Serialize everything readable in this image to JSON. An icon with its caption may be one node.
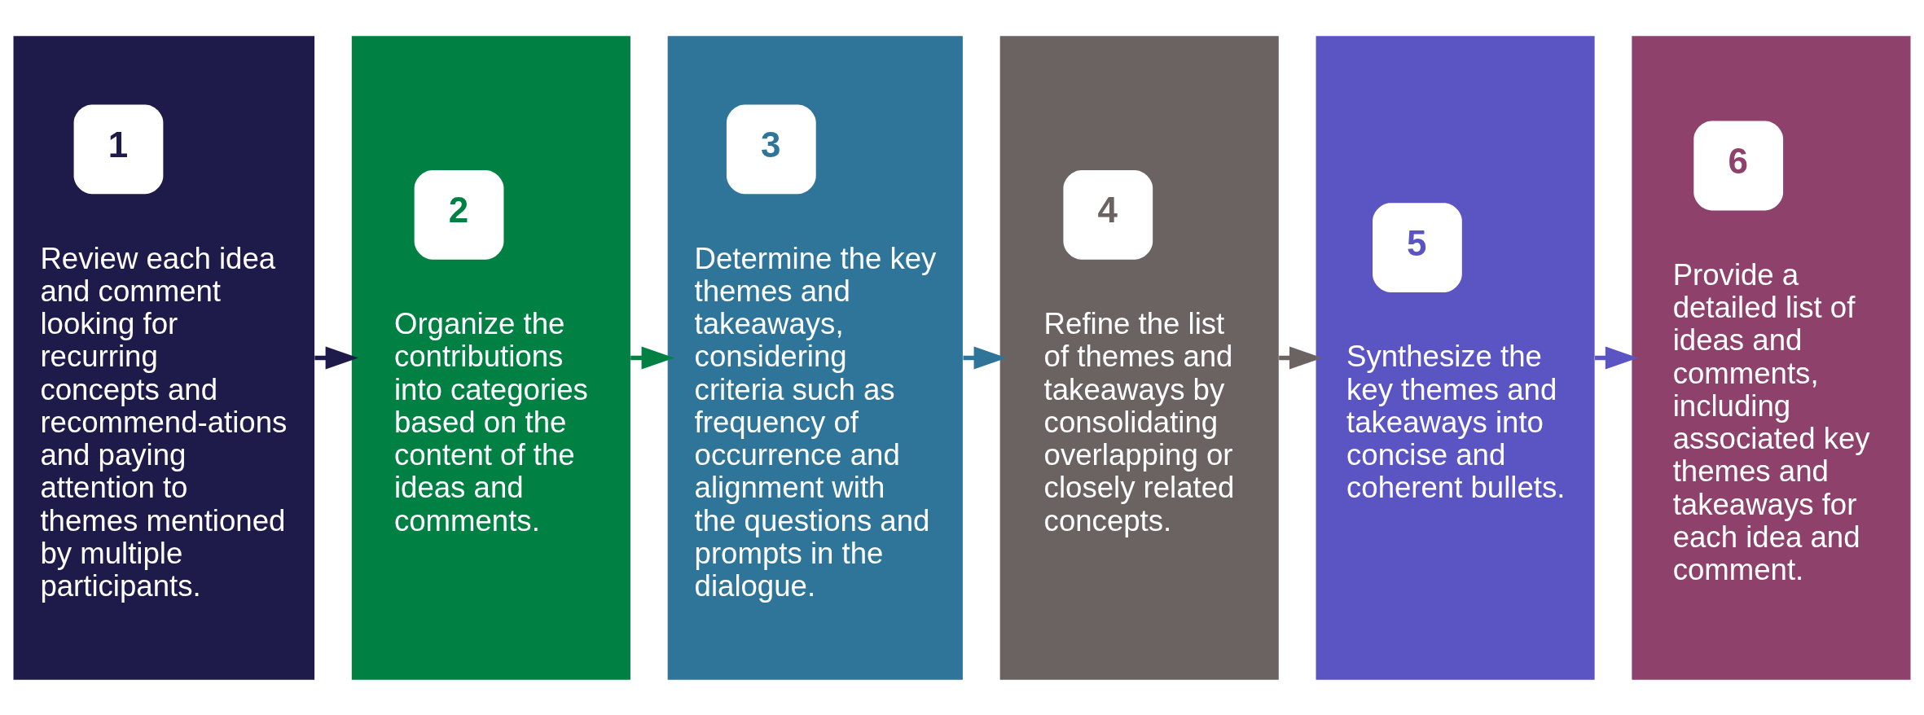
{
  "diagram": {
    "nodes": [
      {
        "text": [
          "1",
          "Review each idea and comment looking for recurring concepts and recommend-ations and paying attention to themes mentioned by multiple participants."
        ]
      },
      {
        "text": [
          "2",
          "Organize the contributions into categories based on the content of the ideas and comments."
        ]
      },
      {
        "text": [
          "3",
          "Determine the key themes and takeaways, considering criteria such as frequency of occurrence and alignment with the questions and prompts in the dialogue."
        ]
      },
      {
        "text": [
          "4",
          "Refine the list of themes and takeaways by consolidating overlapping or closely related concepts."
        ]
      },
      {
        "text": [
          "5",
          "Synthesize the key themes and takeaways into concise and coherent bullets."
        ]
      },
      {
        "text": [
          "6",
          "Provide a detailed list of ideas and comments, including associated key themes and takeaways for each idea and comment."
        ]
      }
    ],
    "edges": [
      {
        "from": 0,
        "to": 1,
        "arrow": "to",
        "color": "#1e1a4a"
      },
      {
        "from": 1,
        "to": 2,
        "arrow": "to",
        "color": "#008043"
      },
      {
        "from": 2,
        "to": 3,
        "arrow": "to",
        "color": "#2e7599"
      },
      {
        "from": 3,
        "to": 4,
        "arrow": "to",
        "color": "#6b6262"
      },
      {
        "from": 4,
        "to": 5,
        "arrow": "to",
        "color": "#5b55c4"
      }
    ]
  }
}
